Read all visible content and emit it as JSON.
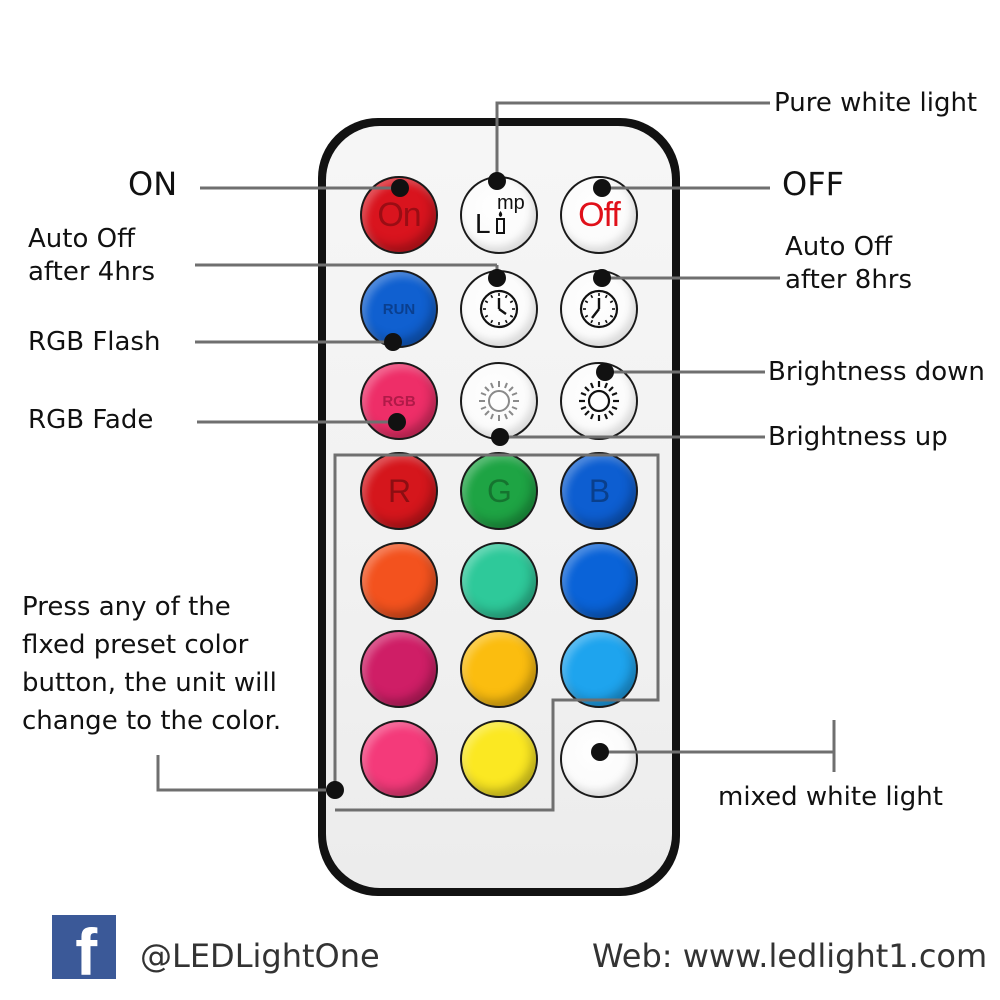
{
  "callouts": {
    "pure_white": "Pure white light",
    "on": "ON",
    "off": "OFF",
    "auto_off_4": "Auto Off\nafter 4hrs",
    "auto_off_8": "Auto Off\nafter 8hrs",
    "rgb_flash": "RGB Flash",
    "brightness_down": "Brightness down",
    "rgb_fade": "RGB Fade",
    "brightness_up": "Brightness up",
    "preset_note": "Press any of the\nflxed preset color\nbutton, the unit will\nchange to the color.",
    "mixed_white": "mixed white light"
  },
  "buttons": {
    "on": {
      "label": "On",
      "color": "#d9141e",
      "text_color": "#9a0d14"
    },
    "lamp": {
      "label_l": "L",
      "label_mp": "mp"
    },
    "off": {
      "label": "Off",
      "text_color": "#e0101a"
    },
    "run": {
      "label": "RUN",
      "color": "#1060d0",
      "text_color": "#0a3f8f"
    },
    "rgb": {
      "label": "RGB",
      "color": "#ee2e68",
      "text_color": "#b01a48"
    },
    "r": {
      "label": "R",
      "color": "#d5161c",
      "text_color": "#8c0e12"
    },
    "g": {
      "label": "G",
      "color": "#1ea444",
      "text_color": "#15742f"
    },
    "b": {
      "label": "B",
      "color": "#0d5ed1",
      "text_color": "#093f8c"
    },
    "row5": [
      "#f3521e",
      "#2ec99a",
      "#0a63d8"
    ],
    "row6": [
      "#cf1e66",
      "#fbbd0f",
      "#1ea4ee"
    ],
    "row7": [
      "#f43a7a",
      "#fbe822"
    ]
  },
  "footer": {
    "facebook_letter": "f",
    "handle": "@LEDLightOne",
    "web": "Web: www.ledlight1.com"
  },
  "colors": {
    "line": "#6f6f6f",
    "remote_border": "#121212",
    "facebook": "#3b5998"
  },
  "icons": [
    "clock-icon",
    "sun-icon",
    "lamp-icon",
    "facebook-icon"
  ]
}
